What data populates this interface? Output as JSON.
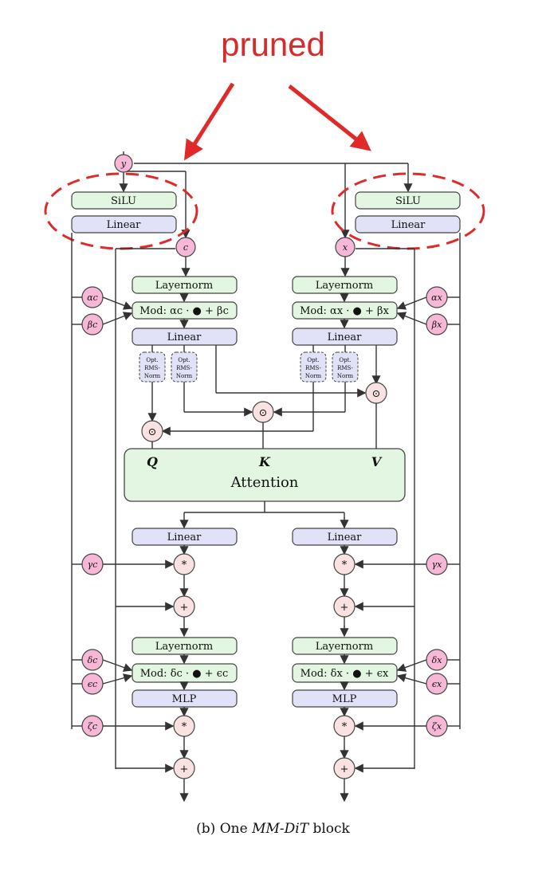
{
  "annotation": {
    "pruned_label": "pruned",
    "color": "#e02a2a"
  },
  "caption": {
    "prefix": "(b) One ",
    "title": "MM-DiT",
    "suffix": " block"
  },
  "inputs": {
    "y": "y",
    "c": "c",
    "x": "x"
  },
  "blocks": {
    "silu": "SiLU",
    "linear": "Linear",
    "layernorm": "Layernorm",
    "mod_c1": "Mod: αc · ● + βc",
    "mod_x1": "Mod: αx · ● + βx",
    "mod_c2": "Mod: δc · ● + ϵc",
    "mod_x2": "Mod: δx · ● + ϵx",
    "mlp": "MLP",
    "rms": [
      "Opt.",
      "RMS-",
      "Norm"
    ],
    "attention": "Attention",
    "q": "Q",
    "k": "K",
    "v": "V"
  },
  "modulation_left": {
    "alpha": "αc",
    "beta": "βc",
    "gamma": "γc",
    "delta": "δc",
    "epsilon": "ϵc",
    "zeta": "ζc"
  },
  "modulation_right": {
    "alpha": "αx",
    "beta": "βx",
    "gamma": "γx",
    "delta": "δx",
    "epsilon": "ϵx",
    "zeta": "ζx"
  },
  "operators": {
    "hadamard": "⊙",
    "mult": "*",
    "add": "+"
  },
  "colors": {
    "green": "#e3f6e1",
    "blue": "#e1e1f8",
    "pink": "#f7b8d8",
    "op": "#fbe2e2"
  }
}
